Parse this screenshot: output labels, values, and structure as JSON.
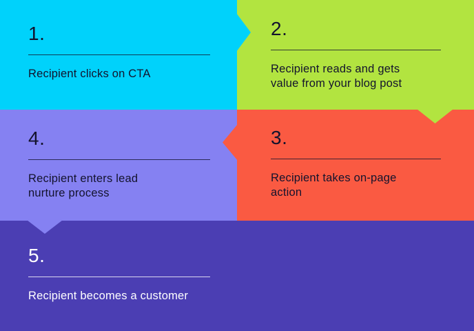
{
  "palette": {
    "cyan": "#00D2FB",
    "lime": "#B2E440",
    "coral": "#FA5A42",
    "periwinkle": "#8581F2",
    "purple": "#4B3EB3",
    "dark_text": "#13132D",
    "light_text": "#FFFFFF"
  },
  "steps": [
    {
      "number": "1.",
      "lines": [
        "Recipient clicks on CTA"
      ]
    },
    {
      "number": "2.",
      "lines": [
        "Recipient reads and gets",
        "value from your blog post"
      ]
    },
    {
      "number": "3.",
      "lines": [
        "Recipient takes on-page",
        "action"
      ]
    },
    {
      "number": "4.",
      "lines": [
        "Recipient enters lead",
        "nurture process"
      ]
    },
    {
      "number": "5.",
      "lines": [
        "Recipient becomes a customer"
      ]
    }
  ]
}
